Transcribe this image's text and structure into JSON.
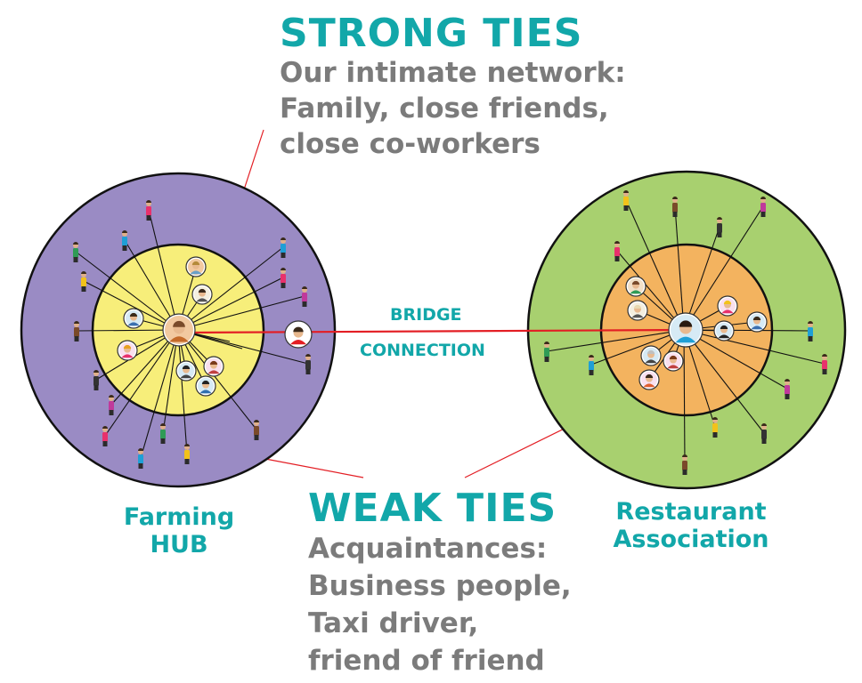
{
  "strong_ties": {
    "heading": "STRONG TIES",
    "lines": [
      "Our intimate network:",
      "Family, close friends,",
      "close co-workers"
    ]
  },
  "weak_ties": {
    "heading": "WEAK TIES",
    "lines": [
      "Acquaintances:",
      "Business people,",
      "Taxi driver,",
      "friend of friend"
    ]
  },
  "bridge": {
    "line1": "BRIDGE",
    "line2": "CONNECTION"
  },
  "left_network": {
    "name_line1": "Farming",
    "name_line2": "HUB"
  },
  "right_network": {
    "name_line1": "Restaurant",
    "name_line2": "Association"
  },
  "colors": {
    "left_outer": "#9a8bc4",
    "left_inner": "#f7ee7a",
    "right_outer": "#a8d06f",
    "right_inner": "#f3b35f",
    "bridge_line": "#e31e24",
    "teal_text": "#12a7a9",
    "grey_text": "#7b7b7b"
  }
}
